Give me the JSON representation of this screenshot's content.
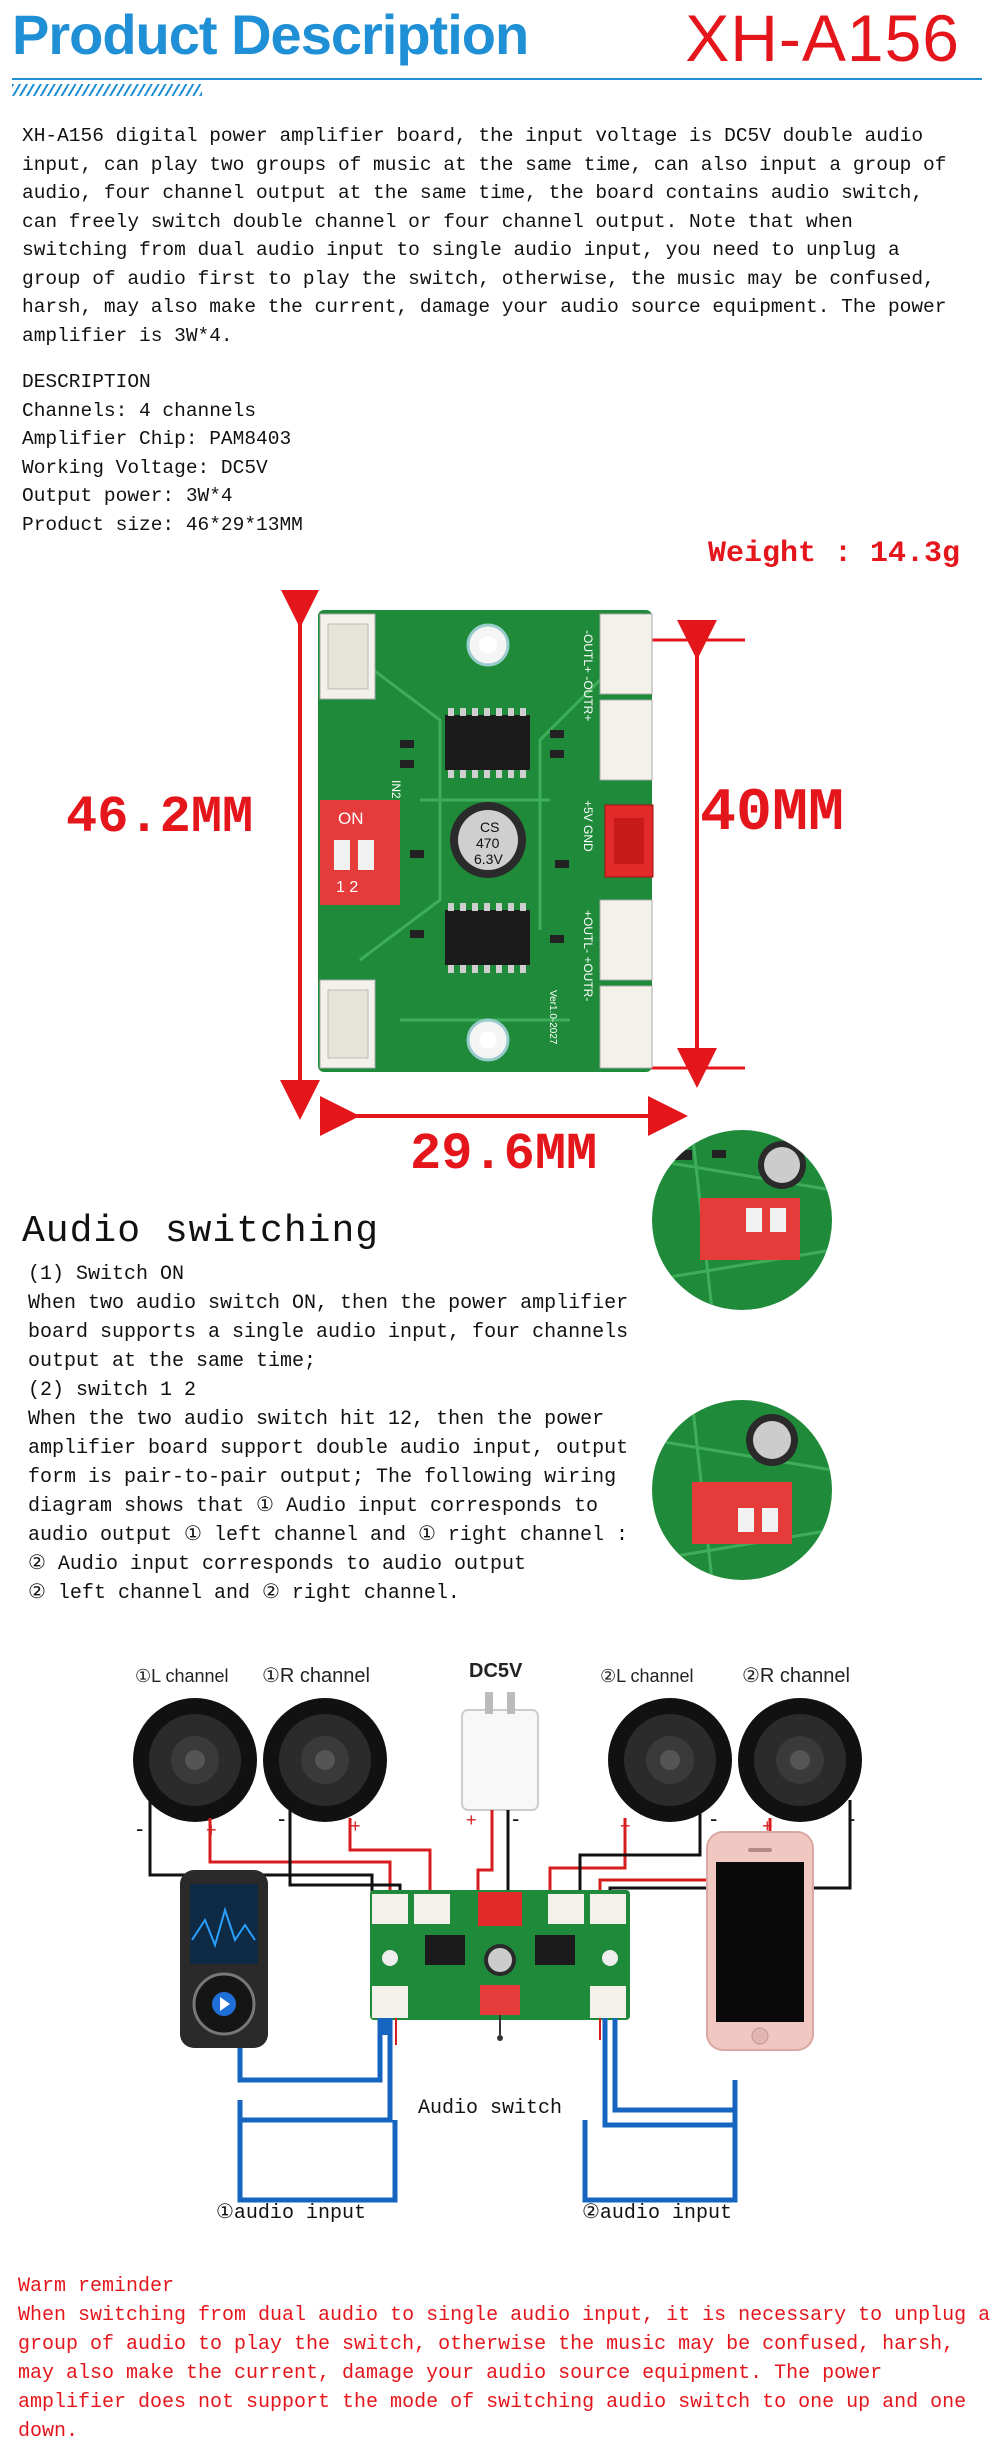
{
  "header": {
    "title": "Product Description",
    "model": "XH-A156",
    "hatch": "///////////////////////"
  },
  "intro": {
    "lines": [
      "XH-A156 digital power amplifier board, the input voltage is DC5V double audio",
      "input, can play two groups of music at the same time, can also input a group of",
      "audio, four channel output at the same time, the board contains audio switch,",
      "can freely switch double channel or four channel output. Note that when",
      "switching from dual audio input to single audio input, you need to unplug a",
      "group of audio first to play the switch, otherwise, the music may be confused,",
      "harsh, may also make the current, damage your audio source equipment. The power",
      "amplifier is 3W*4."
    ]
  },
  "description": {
    "heading": "DESCRIPTION",
    "specs": [
      "Channels: 4 channels",
      "Amplifier Chip: PAM8403",
      "Working Voltage: DC5V",
      "Output power: 3W*4",
      "Product size: 46*29*13MM"
    ]
  },
  "weight": "Weight : 14.3g",
  "board": {
    "dim_height": "46.2MM",
    "dim_width": "29.6MM",
    "dim_hole": "40MM",
    "cap_text": [
      "CS",
      "470",
      "6.3V"
    ],
    "in2": "IN2",
    "on": "ON",
    "sw_nums": "1 2",
    "out_top": "-OUTL+ -OUTR+",
    "out_bot": "+OUTL- +OUTR-",
    "power": "+5V GND",
    "ver": "Ver1.0-2027"
  },
  "audio_switching": {
    "title": "Audio switching",
    "lines": [
      "(1) Switch ON",
      "When two audio switch ON, then the power amplifier",
      "board supports a single audio input, four channels",
      "output at the same time;",
      "(2) switch 1 2",
      "When the two audio switch hit 12, then the power",
      "amplifier board support double audio input, output",
      "form is pair-to-pair output; The following wiring",
      "diagram shows that ① Audio input corresponds to",
      "audio output ① left channel and ① right channel :",
      "② Audio input corresponds to audio output",
      "② left channel and ② right channel."
    ]
  },
  "wiring": {
    "l1": "①L channel",
    "r1": "①R channel",
    "dc": "DC5V",
    "l2": "②L channel",
    "r2": "②R channel",
    "audio_switch": "Audio switch",
    "in1": "①audio input",
    "in2": "②audio input",
    "plus": "+",
    "minus": "-"
  },
  "warning": {
    "title": "Warm reminder",
    "lines": [
      "When switching from dual audio to single audio input, it is necessary to unplug a",
      "group of audio to play the switch, otherwise the music may be confused, harsh,",
      "may also make the current, damage your audio source equipment. The power",
      "amplifier does not support the mode of switching audio switch to one up and one",
      "down."
    ]
  },
  "colors": {
    "title_blue": "#1f8fd6",
    "accent_red": "#e4161c",
    "pcb_green": "#1f8a3a",
    "wire_blue": "#1565c0"
  }
}
